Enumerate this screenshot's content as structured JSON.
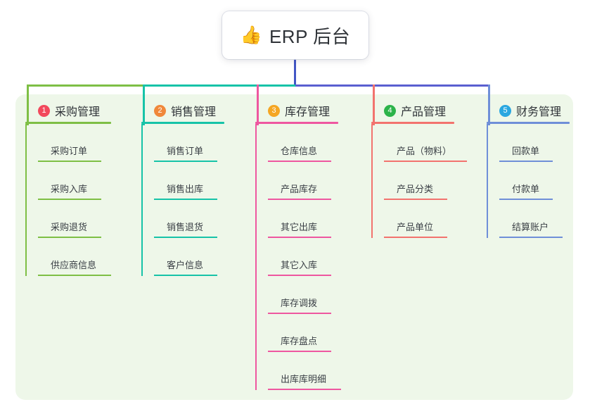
{
  "root": {
    "icon": "thumbs-up-emoji",
    "emoji": "👍",
    "title": "ERP 后台"
  },
  "palette": {
    "panel_bg": "#eef7e9",
    "page_bg": "#ffffff",
    "text": "#2f3338",
    "leaf_text": "#3a3f45",
    "root_trunk": "#4257c5",
    "bus_left": "#7ebf45",
    "bus_mid": "#17c3a8",
    "bus_right": "#5a5fd0",
    "col1": "#7ebf45",
    "col2": "#17c3a8",
    "col3": "#ee57a0",
    "col4": "#f2736e",
    "col5": "#6f8fd8",
    "badge1": "#f2495c",
    "badge2": "#f0883a",
    "badge3": "#f5a623",
    "badge4": "#2cb34a",
    "badge5": "#2aa7e0"
  },
  "columns": [
    {
      "index": "1",
      "title": "采购管理",
      "badge_color": "#f2495c",
      "line_color": "#7ebf45",
      "rule_width": 122,
      "leaves": [
        {
          "label": "采购订单",
          "rule_width": 90
        },
        {
          "label": "采购入库",
          "rule_width": 90
        },
        {
          "label": "采购退货",
          "rule_width": 90
        },
        {
          "label": "供应商信息",
          "rule_width": 104
        }
      ]
    },
    {
      "index": "2",
      "title": "销售管理",
      "badge_color": "#f0883a",
      "line_color": "#17c3a8",
      "rule_width": 118,
      "leaves": [
        {
          "label": "销售订单",
          "rule_width": 90
        },
        {
          "label": "销售出库",
          "rule_width": 90
        },
        {
          "label": "销售退货",
          "rule_width": 90
        },
        {
          "label": "客户信息",
          "rule_width": 90
        }
      ]
    },
    {
      "index": "3",
      "title": "库存管理",
      "badge_color": "#f5a623",
      "line_color": "#ee57a0",
      "rule_width": 118,
      "leaves": [
        {
          "label": "仓库信息",
          "rule_width": 90
        },
        {
          "label": "产品库存",
          "rule_width": 90
        },
        {
          "label": "其它出库",
          "rule_width": 90
        },
        {
          "label": "其它入库",
          "rule_width": 90
        },
        {
          "label": "库存调拨",
          "rule_width": 90
        },
        {
          "label": "库存盘点",
          "rule_width": 90
        },
        {
          "label": "出库库明细",
          "rule_width": 104
        }
      ]
    },
    {
      "index": "4",
      "title": "产品管理",
      "badge_color": "#2cb34a",
      "line_color": "#f2736e",
      "rule_width": 118,
      "leaves": [
        {
          "label": "产品（物料）",
          "rule_width": 118
        },
        {
          "label": "产品分类",
          "rule_width": 90
        },
        {
          "label": "产品单位",
          "rule_width": 90
        }
      ]
    },
    {
      "index": "5",
      "title": "财务管理",
      "badge_color": "#2aa7e0",
      "line_color": "#6f8fd8",
      "rule_width": 118,
      "leaves": [
        {
          "label": "回款单",
          "rule_width": 76
        },
        {
          "label": "付款单",
          "rule_width": 76
        },
        {
          "label": "结算账户",
          "rule_width": 90
        }
      ]
    }
  ]
}
